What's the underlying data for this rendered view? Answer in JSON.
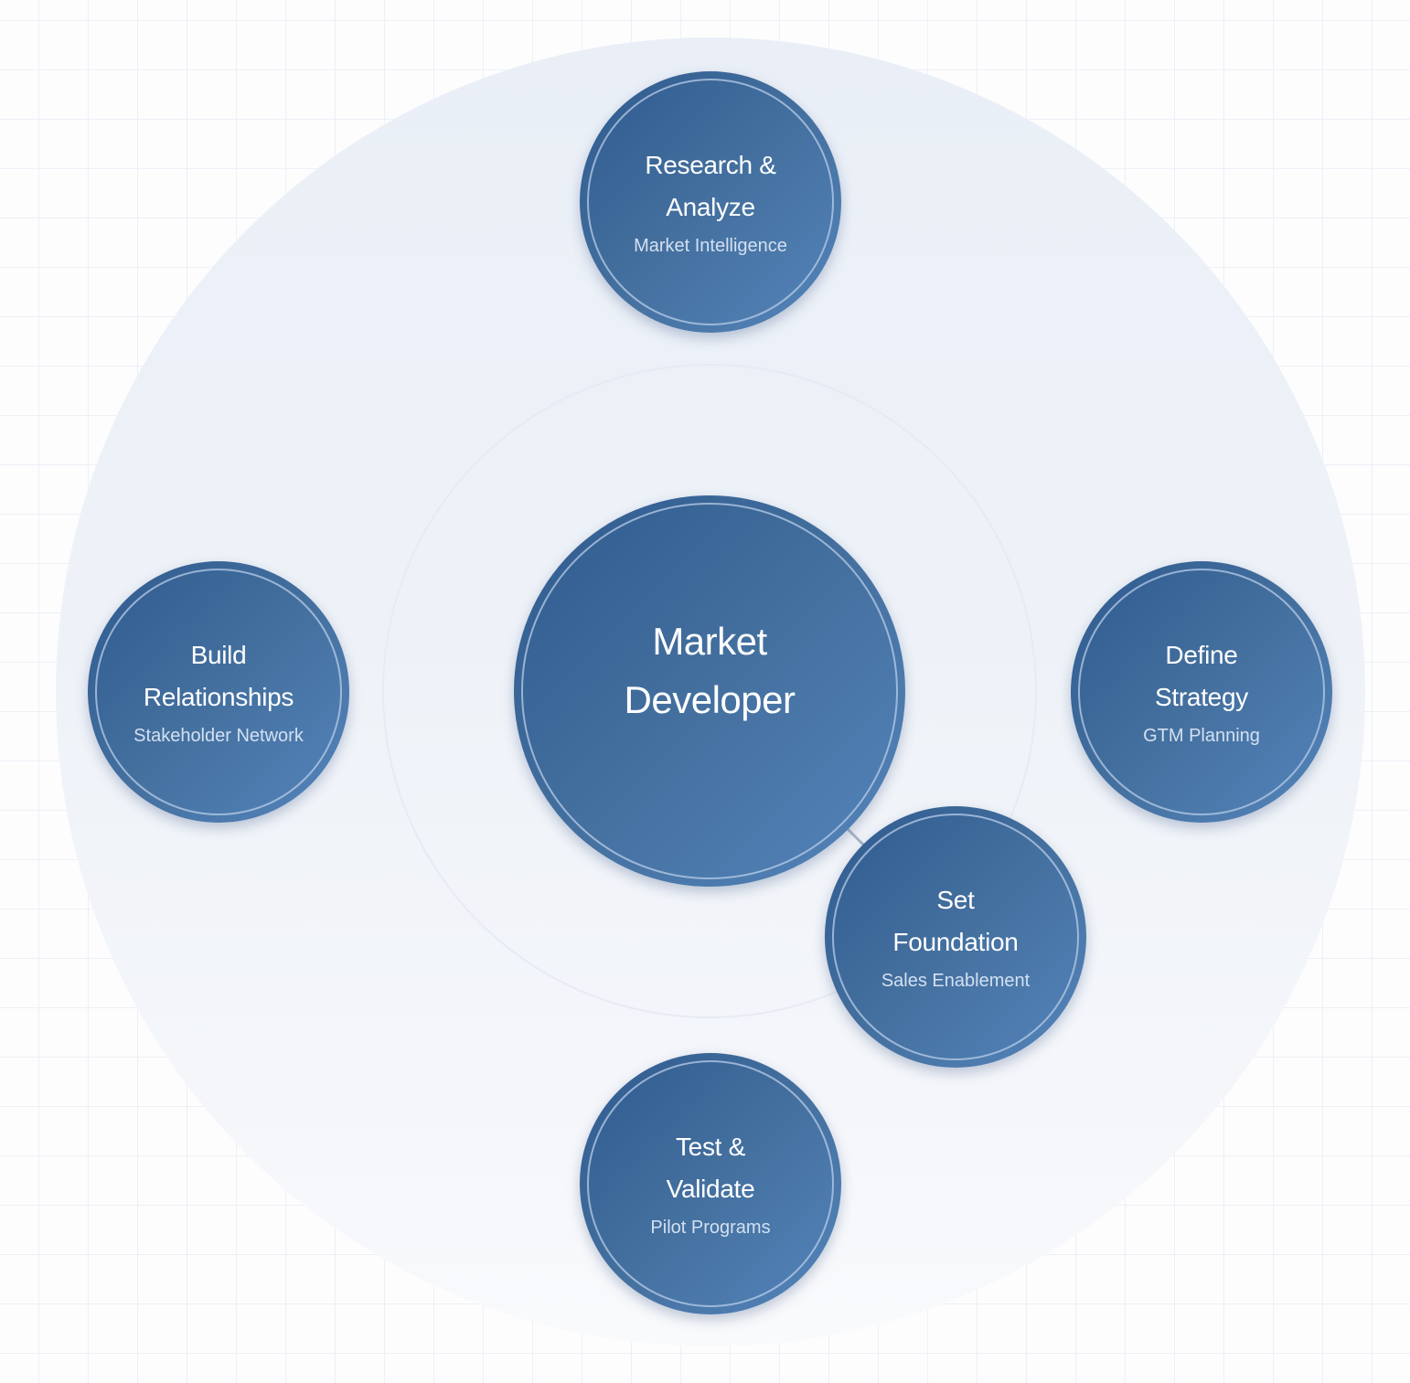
{
  "diagram": {
    "center": {
      "title_lines": [
        "Market",
        "Developer"
      ]
    },
    "nodes": [
      {
        "id": "research",
        "title_lines": [
          "Research &",
          "Analyze"
        ],
        "subtitle": "Market Intelligence"
      },
      {
        "id": "strategy",
        "title_lines": [
          "Define",
          "Strategy"
        ],
        "subtitle": "GTM Planning"
      },
      {
        "id": "foundation",
        "title_lines": [
          "Set",
          "Foundation"
        ],
        "subtitle": "Sales Enablement"
      },
      {
        "id": "test",
        "title_lines": [
          "Test &",
          "Validate"
        ],
        "subtitle": "Pilot Programs"
      },
      {
        "id": "relationships",
        "title_lines": [
          "Build",
          "Relationships"
        ],
        "subtitle": "Stakeholder Network"
      }
    ],
    "colors": {
      "node_dark": "#2f5a8f",
      "node_light": "#5484bb",
      "halo": "#eef2f8",
      "connector": "#a9b6c8"
    }
  }
}
